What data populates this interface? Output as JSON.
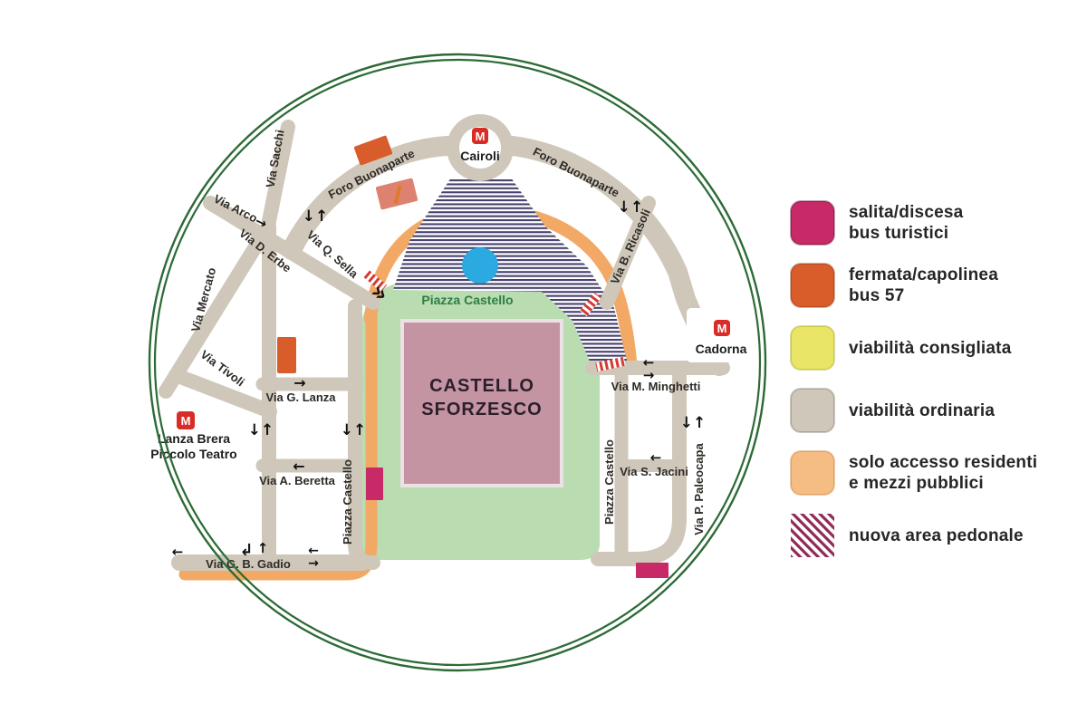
{
  "legend": {
    "items": [
      {
        "id": "salita-discesa-bus-turistici",
        "swatch": "#c72a66",
        "lines": [
          "salita/discesa",
          "bus turistici"
        ]
      },
      {
        "id": "fermata-capolinea-bus-57",
        "swatch": "#d95c2b",
        "lines": [
          "fermata/capolinea",
          "bus 57"
        ]
      },
      {
        "id": "viabilita-consigliata",
        "swatch": "#e9e566",
        "lines": [
          "viabilità consigliata"
        ]
      },
      {
        "id": "viabilita-ordinaria",
        "swatch": "#cfc8ba",
        "lines": [
          "viabilità ordinaria"
        ]
      },
      {
        "id": "solo-accesso-residenti",
        "swatch": "#f5bc83",
        "lines": [
          "solo accesso residenti",
          "e mezzi pubblici"
        ]
      },
      {
        "id": "nuova-area-pedonale",
        "swatch": "hatch",
        "lines": [
          "nuova area pedonale"
        ]
      }
    ]
  },
  "map": {
    "stations": {
      "metro_m": "M",
      "cairoli": "Cairoli",
      "cadorna": "Cadorna",
      "lanza_line1": "Lanza Brera",
      "lanza_line2": "Piccolo Teatro"
    },
    "labels": {
      "foro_buonaparte_left": "Foro Buonaparte",
      "foro_buonaparte_right": "Foro Buonaparte",
      "via_sacchi": "Via Sacchi",
      "via_arco": "Via Arco",
      "via_d_erbe": "Via D. Erbe",
      "via_q_sella": "Via Q. Sella",
      "via_mercato": "Via Mercato",
      "via_tivoli": "Via Tivoli",
      "via_g_lanza": "Via G. Lanza",
      "via_a_beretta": "Via A. Beretta",
      "via_g_b_gadio": "Via G. B. Gadio",
      "piazza_castello_west": "Piazza Castello",
      "piazza_castello_east": "Piazza Castello",
      "piazza_castello_park": "Piazza Castello",
      "castello_line1": "CASTELLO",
      "castello_line2": "SFORZESCO",
      "via_b_ricasoli": "Via B. Ricasoli",
      "via_m_minghetti": "Via M. Minghetti",
      "via_s_jacini": "Via S. Jacini",
      "via_p_paleocapa": "Via P. Paleocapa"
    },
    "arrows": {
      "up_down": "↓↑",
      "left": "←",
      "right": "→",
      "up": "↑",
      "chevron": "»",
      "turn_left": "↲"
    }
  },
  "colors": {
    "ring_green": "#2c6b36",
    "street_gray": "#cfc8ba",
    "residents_orange": "#f2a965",
    "park_green": "#b9dcb0",
    "castle_pink": "#c594a3",
    "castle_border": "#ece2e6",
    "hatch_navy": "#46416d",
    "hatch_maroon": "#8e2a55",
    "metro_red": "#da2c27",
    "fountain_blue": "#2ba9e1",
    "stop_magenta": "#c72a66",
    "stop_orange": "#d95c2b",
    "stop_salmon": "#dd8270",
    "barrier_red": "#d63a31",
    "station_box_white": "#ffffff"
  }
}
